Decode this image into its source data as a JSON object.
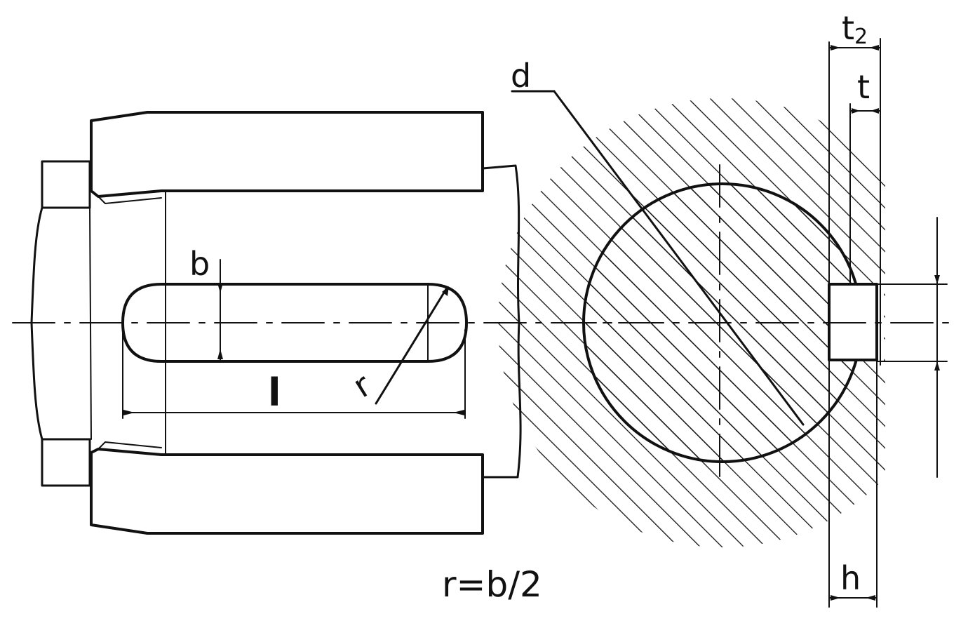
{
  "labels": {
    "b": "b",
    "l": "l",
    "r": "r",
    "d": "d",
    "t2_main": "t",
    "t2_sub": "2",
    "t": "t",
    "h": "h",
    "formula": "r=b/2"
  },
  "colors": {
    "ink": "#111111",
    "paper": "#ffffff"
  }
}
